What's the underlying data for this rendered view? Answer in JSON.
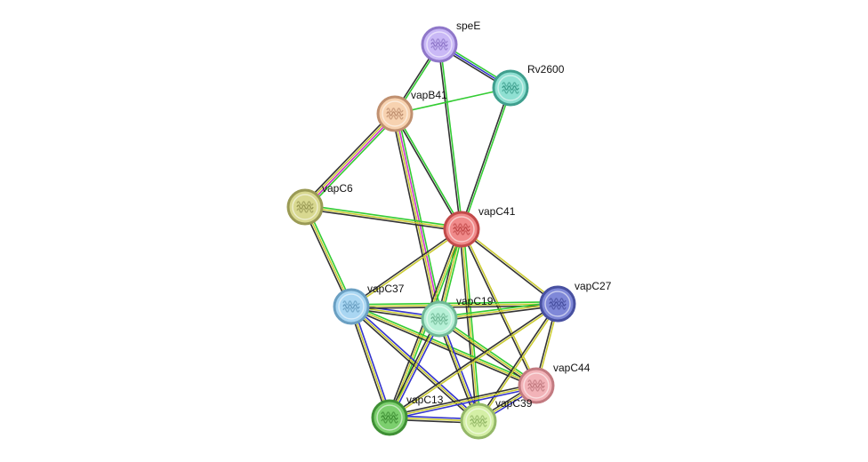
{
  "network": {
    "nodes": [
      {
        "id": "speE",
        "label": "speE",
        "color": "#c9b8f6",
        "stroke": "#8f77c9"
      },
      {
        "id": "Rv2600",
        "label": "Rv2600",
        "color": "#8fe0d2",
        "stroke": "#3f9f8e"
      },
      {
        "id": "vapB41",
        "label": "vapB41",
        "color": "#f7d2b0",
        "stroke": "#c09070"
      },
      {
        "id": "vapC6",
        "label": "vapC6",
        "color": "#d8d890",
        "stroke": "#9a9a55"
      },
      {
        "id": "vapC41",
        "label": "vapC41",
        "color": "#f08a8a",
        "stroke": "#c24a4a"
      },
      {
        "id": "vapC37",
        "label": "vapC37",
        "color": "#a9d6f2",
        "stroke": "#6a9fc2"
      },
      {
        "id": "vapC19",
        "label": "vapC19",
        "color": "#b6f0d6",
        "stroke": "#70b896"
      },
      {
        "id": "vapC27",
        "label": "vapC27",
        "color": "#7f88d8",
        "stroke": "#4850a0"
      },
      {
        "id": "vapC44",
        "label": "vapC44",
        "color": "#f2b3b8",
        "stroke": "#c27a80"
      },
      {
        "id": "vapC13",
        "label": "vapC13",
        "color": "#7ccf6e",
        "stroke": "#3f8f35"
      },
      {
        "id": "vapC39",
        "label": "vapC39",
        "color": "#d4efa6",
        "stroke": "#94b868"
      }
    ],
    "edges": [
      {
        "a": "speE",
        "b": "Rv2600",
        "colors": [
          "#33cc33",
          "#3333cc",
          "#333333"
        ]
      },
      {
        "a": "speE",
        "b": "vapB41",
        "colors": [
          "#33cc33",
          "#333333"
        ]
      },
      {
        "a": "speE",
        "b": "vapC41",
        "colors": [
          "#33cc33",
          "#333333"
        ]
      },
      {
        "a": "Rv2600",
        "b": "vapB41",
        "colors": [
          "#33cc33"
        ]
      },
      {
        "a": "Rv2600",
        "b": "vapC41",
        "colors": [
          "#33cc33",
          "#333333"
        ]
      },
      {
        "a": "vapB41",
        "b": "vapC6",
        "colors": [
          "#33cc33",
          "#cc33cc",
          "#cccc33",
          "#333333"
        ]
      },
      {
        "a": "vapB41",
        "b": "vapC41",
        "colors": [
          "#33cc33",
          "#333333"
        ]
      },
      {
        "a": "vapB41",
        "b": "vapC19",
        "colors": [
          "#33cc33",
          "#cc33cc",
          "#cccc33",
          "#333333"
        ]
      },
      {
        "a": "vapC6",
        "b": "vapC41",
        "colors": [
          "#33cc33",
          "#cccc33",
          "#333333"
        ]
      },
      {
        "a": "vapC6",
        "b": "vapC37",
        "colors": [
          "#33cc33",
          "#cccc33",
          "#333333"
        ]
      },
      {
        "a": "vapC41",
        "b": "vapC37",
        "colors": [
          "#cccc33",
          "#333333"
        ]
      },
      {
        "a": "vapC41",
        "b": "vapC19",
        "colors": [
          "#33cc33",
          "#cccc33",
          "#333333"
        ]
      },
      {
        "a": "vapC41",
        "b": "vapC27",
        "colors": [
          "#cccc33",
          "#333333"
        ]
      },
      {
        "a": "vapC41",
        "b": "vapC44",
        "colors": [
          "#cccc33",
          "#333333"
        ]
      },
      {
        "a": "vapC41",
        "b": "vapC13",
        "colors": [
          "#33cc33",
          "#cccc33",
          "#333333"
        ]
      },
      {
        "a": "vapC41",
        "b": "vapC39",
        "colors": [
          "#33cc33",
          "#cccc33",
          "#333333"
        ]
      },
      {
        "a": "vapC37",
        "b": "vapC19",
        "colors": [
          "#3333cc",
          "#cccc33",
          "#333333"
        ]
      },
      {
        "a": "vapC37",
        "b": "vapC27",
        "colors": [
          "#33cc33",
          "#cccc33",
          "#333333"
        ]
      },
      {
        "a": "vapC37",
        "b": "vapC44",
        "colors": [
          "#33cc33",
          "#cccc33",
          "#333333"
        ]
      },
      {
        "a": "vapC37",
        "b": "vapC13",
        "colors": [
          "#3333cc",
          "#cccc33",
          "#333333"
        ]
      },
      {
        "a": "vapC37",
        "b": "vapC39",
        "colors": [
          "#3333cc",
          "#cccc33",
          "#333333"
        ]
      },
      {
        "a": "vapC19",
        "b": "vapC27",
        "colors": [
          "#33cc33",
          "#cccc33",
          "#333333"
        ]
      },
      {
        "a": "vapC19",
        "b": "vapC44",
        "colors": [
          "#33cc33",
          "#cccc33",
          "#333333"
        ]
      },
      {
        "a": "vapC19",
        "b": "vapC13",
        "colors": [
          "#3333cc",
          "#cccc33",
          "#333333"
        ]
      },
      {
        "a": "vapC19",
        "b": "vapC39",
        "colors": [
          "#3333cc",
          "#cccc33",
          "#333333"
        ]
      },
      {
        "a": "vapC27",
        "b": "vapC44",
        "colors": [
          "#cccc33",
          "#333333"
        ]
      },
      {
        "a": "vapC27",
        "b": "vapC13",
        "colors": [
          "#cccc33",
          "#333333"
        ]
      },
      {
        "a": "vapC27",
        "b": "vapC39",
        "colors": [
          "#cccc33",
          "#333333"
        ]
      },
      {
        "a": "vapC44",
        "b": "vapC13",
        "colors": [
          "#3333cc",
          "#cccc33",
          "#333333"
        ]
      },
      {
        "a": "vapC44",
        "b": "vapC39",
        "colors": [
          "#3333cc",
          "#cccc33",
          "#333333"
        ]
      },
      {
        "a": "vapC13",
        "b": "vapC39",
        "colors": [
          "#3333cc",
          "#cccc33",
          "#333333"
        ]
      }
    ]
  }
}
